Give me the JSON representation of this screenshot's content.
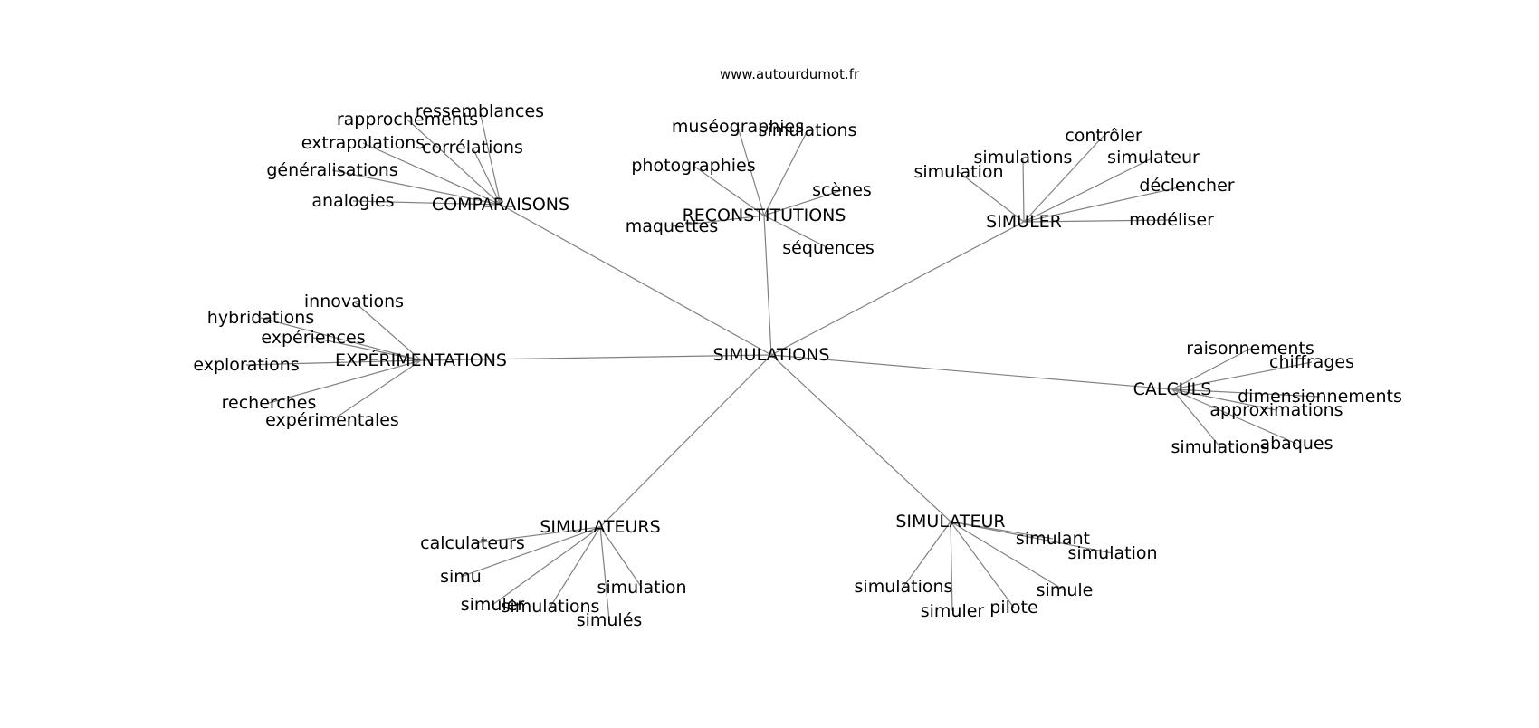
{
  "watermark": "www.autourdumot.fr",
  "colors": {
    "edge": "#808080",
    "text": "#000000",
    "background": "#ffffff"
  },
  "center": {
    "id": "simulations",
    "label": "SIMULATIONS"
  },
  "hubs": [
    {
      "id": "comparaisons",
      "label": "COMPARAISONS",
      "leaves": [
        "ressemblances",
        "rapprochements",
        "extrapolations",
        "corrélations",
        "généralisations",
        "analogies"
      ]
    },
    {
      "id": "reconstitutions",
      "label": "RECONSTITUTIONS",
      "leaves": [
        "muséographies",
        "simulations",
        "photographies",
        "scènes",
        "maquettes",
        "séquences"
      ]
    },
    {
      "id": "simuler",
      "label": "SIMULER",
      "leaves": [
        "contrôler",
        "simulations",
        "simulateur",
        "simulation",
        "déclencher",
        "modéliser"
      ]
    },
    {
      "id": "experimentations",
      "label": "EXPÉRIMENTATIONS",
      "leaves": [
        "innovations",
        "hybridations",
        "expériences",
        "explorations",
        "recherches",
        "expérimentales"
      ]
    },
    {
      "id": "calculs",
      "label": "CALCULS",
      "leaves": [
        "raisonnements",
        "chiffrages",
        "dimensionnements",
        "approximations",
        "abaques",
        "simulations"
      ]
    },
    {
      "id": "simulateurs",
      "label": "SIMULATEURS",
      "leaves": [
        "calculateurs",
        "simu",
        "simulation",
        "simuler",
        "simulations",
        "simulés"
      ]
    },
    {
      "id": "simulateur",
      "label": "SIMULATEUR",
      "leaves": [
        "simulant",
        "simulation",
        "simulations",
        "simule",
        "simuler",
        "pilote"
      ]
    }
  ]
}
